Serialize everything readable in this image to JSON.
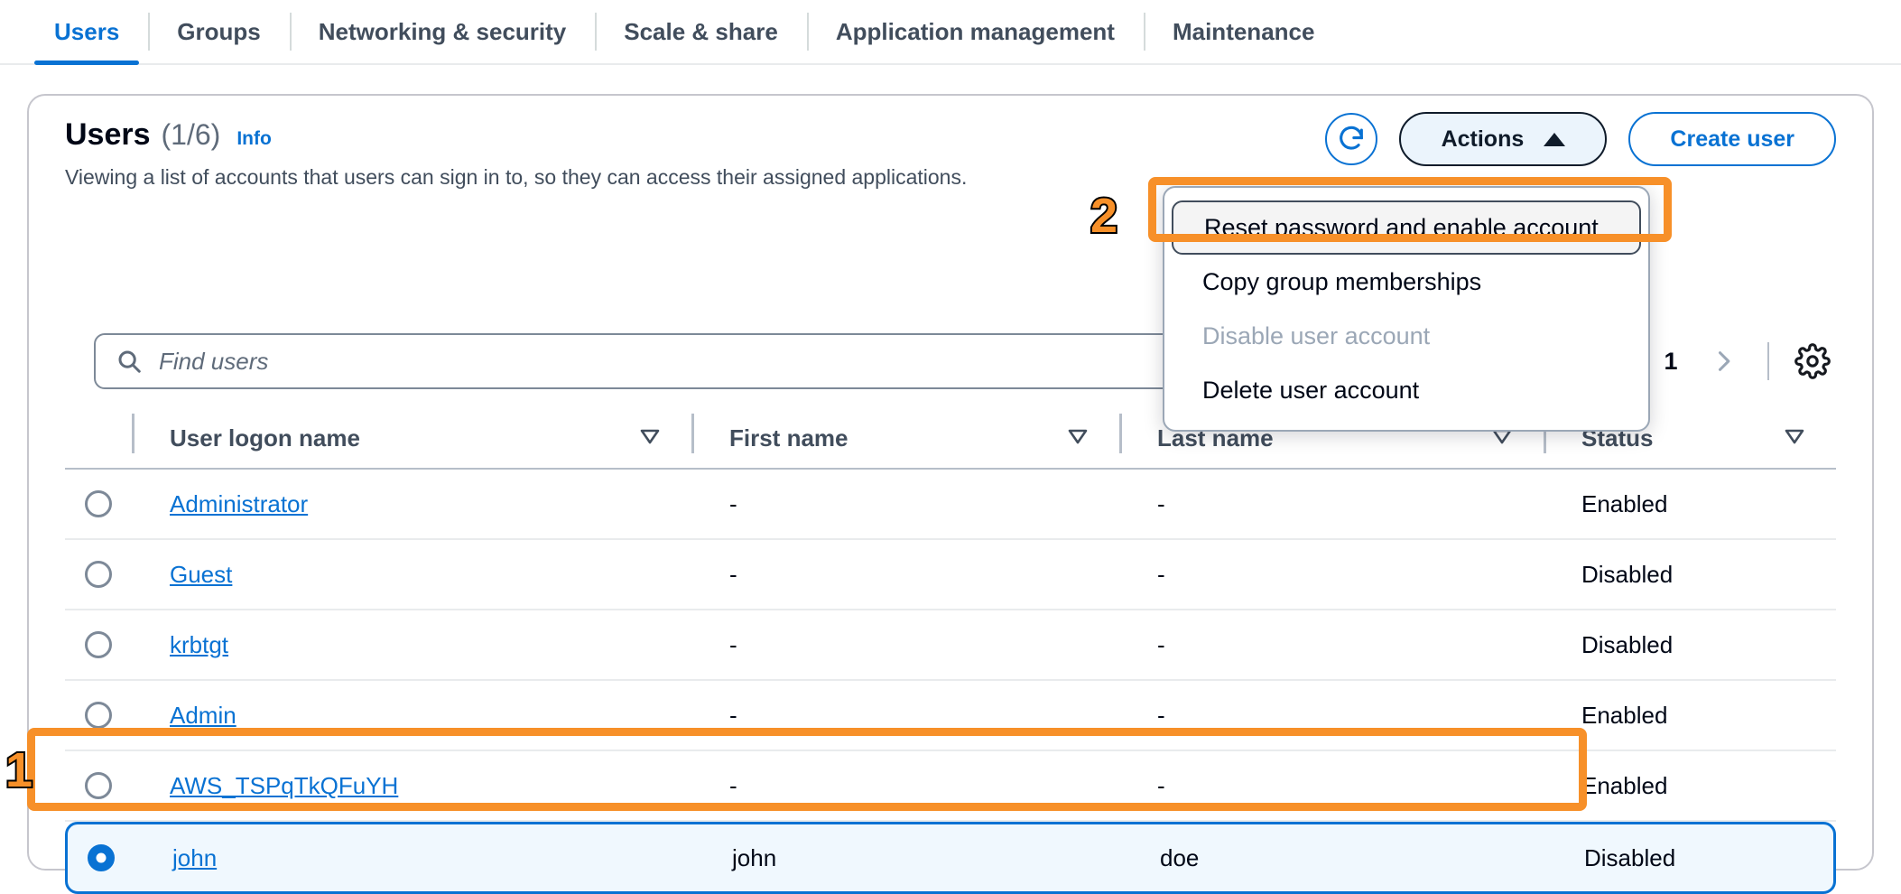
{
  "tabs": [
    {
      "label": "Users",
      "active": true
    },
    {
      "label": "Groups",
      "active": false
    },
    {
      "label": "Networking & security",
      "active": false
    },
    {
      "label": "Scale & share",
      "active": false
    },
    {
      "label": "Application management",
      "active": false
    },
    {
      "label": "Maintenance",
      "active": false
    }
  ],
  "panel": {
    "title": "Users",
    "count": "(1/6)",
    "info_link": "Info",
    "description": "Viewing a list of accounts that users can sign in to, so they can access their assigned applications."
  },
  "toolbar": {
    "refresh_icon": "refresh-icon",
    "actions_label": "Actions",
    "actions_caret": "caret-up-icon",
    "create_label": "Create user"
  },
  "search": {
    "icon": "search-icon",
    "placeholder": "Find users",
    "value": ""
  },
  "pagination": {
    "prev_icon": "chevron-left-icon",
    "page": "1",
    "next_icon": "chevron-right-icon",
    "settings_icon": "gear-icon"
  },
  "table": {
    "columns": [
      "User logon name",
      "First name",
      "Last name",
      "Status"
    ],
    "rows": [
      {
        "selected": false,
        "logon": "Administrator",
        "first": "-",
        "last": "-",
        "status": "Enabled"
      },
      {
        "selected": false,
        "logon": "Guest",
        "first": "-",
        "last": "-",
        "status": "Disabled"
      },
      {
        "selected": false,
        "logon": "krbtgt",
        "first": "-",
        "last": "-",
        "status": "Disabled"
      },
      {
        "selected": false,
        "logon": "Admin",
        "first": "-",
        "last": "-",
        "status": "Enabled"
      },
      {
        "selected": false,
        "logon": "AWS_TSPqTkQFuYH",
        "first": "-",
        "last": "-",
        "status": "Enabled"
      },
      {
        "selected": true,
        "logon": "john",
        "first": "john",
        "last": "doe",
        "status": "Disabled"
      }
    ]
  },
  "actions_menu": {
    "items": [
      {
        "label": "Reset password and enable account",
        "state": "highlighted"
      },
      {
        "label": "Copy group memberships",
        "state": "normal"
      },
      {
        "label": "Disable user account",
        "state": "disabled"
      },
      {
        "label": "Delete user account",
        "state": "normal"
      }
    ]
  },
  "annotations": {
    "step1": "1",
    "step2": "2"
  },
  "colors": {
    "accent_blue": "#0972d3",
    "annotation_orange": "#f79029",
    "text_dark": "#000716",
    "text_muted": "#5f6b7a",
    "selected_row_bg": "#f0f8fe"
  }
}
